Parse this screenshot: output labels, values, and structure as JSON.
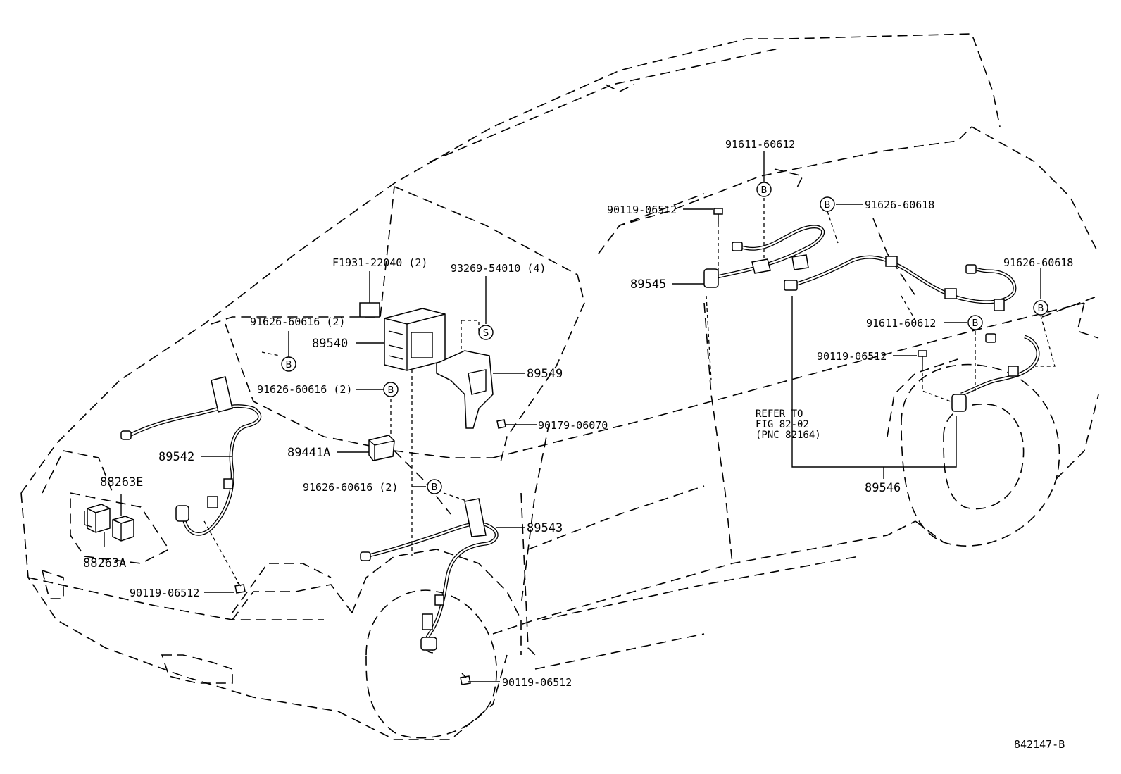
{
  "labels": {
    "f1931": "F1931-22040 (2)",
    "n93269": "93269-54010 (4)",
    "n89540": "89540",
    "n89549": "89549",
    "n91626_616_a": "91626-60616 (2)",
    "n91626_616_b": "91626-60616 (2)",
    "n91626_616_c": "91626-60616 (2)",
    "n90179": "90179-06070",
    "n89441a": "89441A",
    "n89542": "89542",
    "n88263e": "88263E",
    "n88263a": "88263A",
    "n90119_a": "90119-06512",
    "n89543": "89543",
    "n90119_b": "90119-06512",
    "n91611_top": "91611-60612",
    "n90119_c": "90119-06512",
    "n91626_618_a": "91626-60618",
    "n89545": "89545",
    "n91626_618_b": "91626-60618",
    "n91611_mid": "91611-60612",
    "n90119_d": "90119-06512",
    "refer_line1": "REFER TO",
    "refer_line2": "FIG 82-02",
    "refer_line3": "(PNC 82164)",
    "n89546": "89546",
    "diagram_id": "842147-B"
  },
  "symbols": {
    "bolt_marker": "B",
    "screw_marker": "S"
  }
}
